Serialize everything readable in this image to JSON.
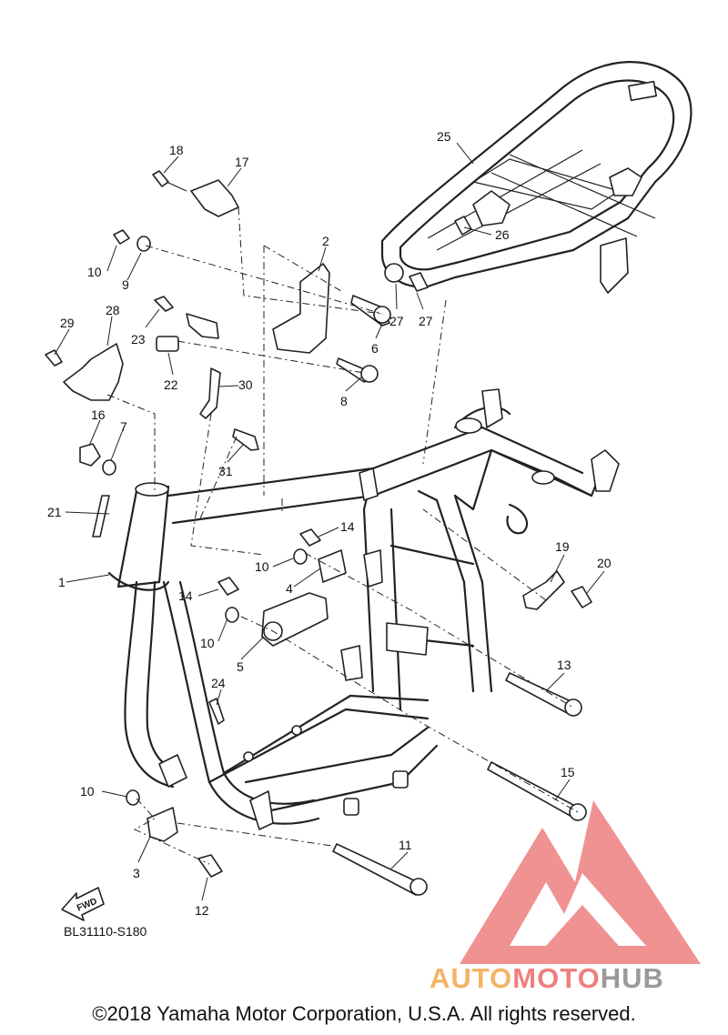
{
  "callouts": [
    {
      "id": "18",
      "text": "18"
    },
    {
      "id": "17",
      "text": "17"
    },
    {
      "id": "25",
      "text": "25"
    },
    {
      "id": "10a",
      "text": "10"
    },
    {
      "id": "9",
      "text": "9"
    },
    {
      "id": "2",
      "text": "2"
    },
    {
      "id": "26",
      "text": "26"
    },
    {
      "id": "27a",
      "text": "27"
    },
    {
      "id": "27b",
      "text": "27"
    },
    {
      "id": "29",
      "text": "29"
    },
    {
      "id": "28",
      "text": "28"
    },
    {
      "id": "23",
      "text": "23"
    },
    {
      "id": "6",
      "text": "6"
    },
    {
      "id": "22",
      "text": "22"
    },
    {
      "id": "8",
      "text": "8"
    },
    {
      "id": "30",
      "text": "30"
    },
    {
      "id": "16",
      "text": "16"
    },
    {
      "id": "7",
      "text": "7"
    },
    {
      "id": "31",
      "text": "31"
    },
    {
      "id": "21",
      "text": "21"
    },
    {
      "id": "14a",
      "text": "14"
    },
    {
      "id": "1",
      "text": "1"
    },
    {
      "id": "10b",
      "text": "10"
    },
    {
      "id": "4",
      "text": "4"
    },
    {
      "id": "19",
      "text": "19"
    },
    {
      "id": "20",
      "text": "20"
    },
    {
      "id": "14b",
      "text": "14"
    },
    {
      "id": "10c",
      "text": "10"
    },
    {
      "id": "5",
      "text": "5"
    },
    {
      "id": "13",
      "text": "13"
    },
    {
      "id": "24",
      "text": "24"
    },
    {
      "id": "15",
      "text": "15"
    },
    {
      "id": "10d",
      "text": "10"
    },
    {
      "id": "3",
      "text": "3"
    },
    {
      "id": "11",
      "text": "11"
    },
    {
      "id": "12",
      "text": "12"
    }
  ],
  "fwd_label": "FWD",
  "diagram_code": "BL31110-S180",
  "watermark": {
    "part1": "AUTO",
    "part2": "MOTO",
    "part3": "HUB"
  },
  "copyright": "©2018 Yamaha Motor Corporation, U.S.A. All rights reserved.",
  "colors": {
    "line": "#222222",
    "watermark_triangle": "#ee8080",
    "watermark_auto": "#f5b366",
    "watermark_moto": "#ee7f7f",
    "watermark_hub": "#9a9a9a"
  }
}
